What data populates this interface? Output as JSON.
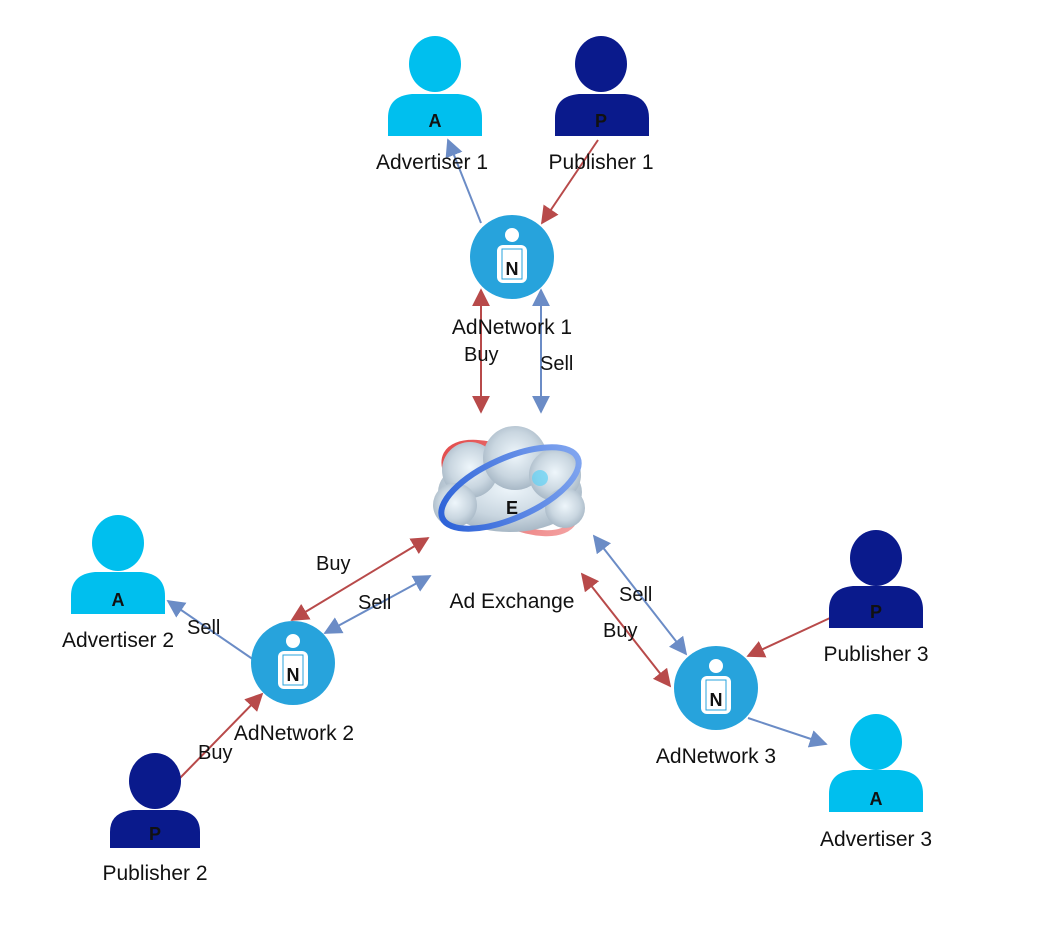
{
  "colors": {
    "advertiser": "#00bfee",
    "publisher": "#0a1a8c",
    "network": "#27a3dc",
    "buy_edge": "#b84a4a",
    "sell_edge": "#6b8cc6"
  },
  "nodes": {
    "advertiser1": {
      "label": "Advertiser 1",
      "badge": "A",
      "icon": "person-icon"
    },
    "publisher1": {
      "label": "Publisher 1",
      "badge": "P",
      "icon": "person-icon"
    },
    "advertiser2": {
      "label": "Advertiser 2",
      "badge": "A",
      "icon": "person-icon"
    },
    "publisher2": {
      "label": "Publisher 2",
      "badge": "P",
      "icon": "person-icon"
    },
    "advertiser3": {
      "label": "Advertiser 3",
      "badge": "A",
      "icon": "person-icon"
    },
    "publisher3": {
      "label": "Publisher 3",
      "badge": "P",
      "icon": "person-icon"
    },
    "adnetwork1": {
      "label": "AdNetwork 1",
      "badge": "N",
      "icon": "network-person-icon"
    },
    "adnetwork2": {
      "label": "AdNetwork 2",
      "badge": "N",
      "icon": "network-person-icon"
    },
    "adnetwork3": {
      "label": "AdNetwork 3",
      "badge": "N",
      "icon": "network-person-icon"
    },
    "exchange": {
      "label": "Ad Exchange",
      "badge": "E",
      "icon": "cloud-orbit-icon"
    }
  },
  "edges": {
    "n1_buy": "Buy",
    "n1_sell": "Sell",
    "n2_buy": "Buy",
    "n2_sell": "Sell",
    "n3_sell": "Sell",
    "n3_buy": "Buy",
    "adv2_sell": "Sell",
    "pub2_buy": "Buy"
  }
}
